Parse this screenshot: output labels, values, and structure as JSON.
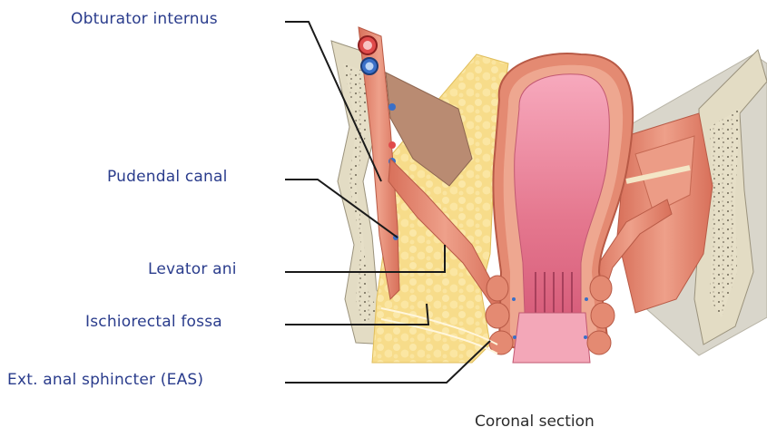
{
  "labels": {
    "obturator_internus": "Obturator internus",
    "pudendal_canal": "Pudendal canal",
    "levator_ani": "Levator ani",
    "ischiorectal_fossa": "Ischiorectal fossa",
    "ext_anal_sphincter": "Ext. anal sphincter (EAS)"
  },
  "caption": "Coronal section",
  "colors": {
    "label_text": "#2a3c8c",
    "leader_line": "#1a1a1a",
    "bone": "#e3dcc4",
    "muscle": "#e48a72",
    "fat": "#f7dc8a",
    "rectal_mucosa": "#e87a95",
    "background_tissue": "#d9d6cb"
  }
}
